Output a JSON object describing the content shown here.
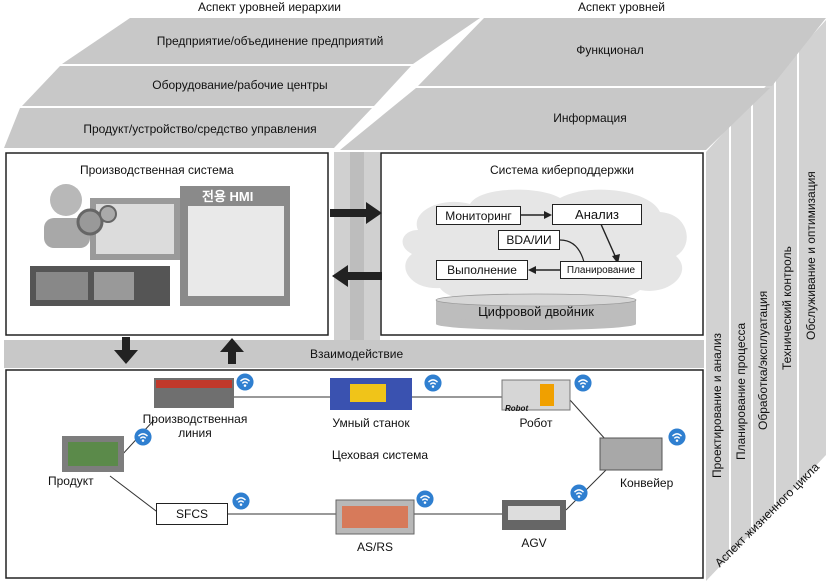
{
  "top": {
    "left_title": "Аспект уровней иерархии",
    "right_title": "Аспект уровней",
    "left_rows": [
      "Предприятие/объединение предприятий",
      "Оборудование/рабочие центры",
      "Продукт/устройство/средство управления"
    ],
    "right_rows": [
      "Функционал",
      "Информация"
    ]
  },
  "production": {
    "title": "Производственная система",
    "hmi_text": "전용 HMI"
  },
  "cyber": {
    "title": "Система киберподдержки",
    "monitoring": "Мониторинг",
    "analysis": "Анализ",
    "bda": "BDA/ИИ",
    "execution": "Выполнение",
    "planning": "Планирование",
    "twin": "Цифровой двойник"
  },
  "interaction": "Взаимодействие",
  "shop": {
    "title": "Цеховая система",
    "line": "Производственная\nлиния",
    "smart_machine": "Умный станок",
    "robot": "Робот",
    "robot_logo": "Robot",
    "product": "Продукт",
    "conveyor": "Конвейер",
    "sfcs": "SFCS",
    "asrs": "AS/RS",
    "agv": "AGV"
  },
  "lifecycle": {
    "title": "Аспект жизненного цикла",
    "items": [
      "Проектирование и анализ",
      "Планирование процесса",
      "Обработка/эксплуатация",
      "Технический контроль",
      "Обслуживание и оптимизация"
    ]
  },
  "colors": {
    "face_gray": "#c8c8c8",
    "side_gray": "#d2d2d2",
    "border": "#222222",
    "wifi_blue": "#2f7fd0",
    "machine_blue": "#3a52b0",
    "twin_gray": "#bdbdbd",
    "cloud_gray": "#e6e6e6"
  }
}
